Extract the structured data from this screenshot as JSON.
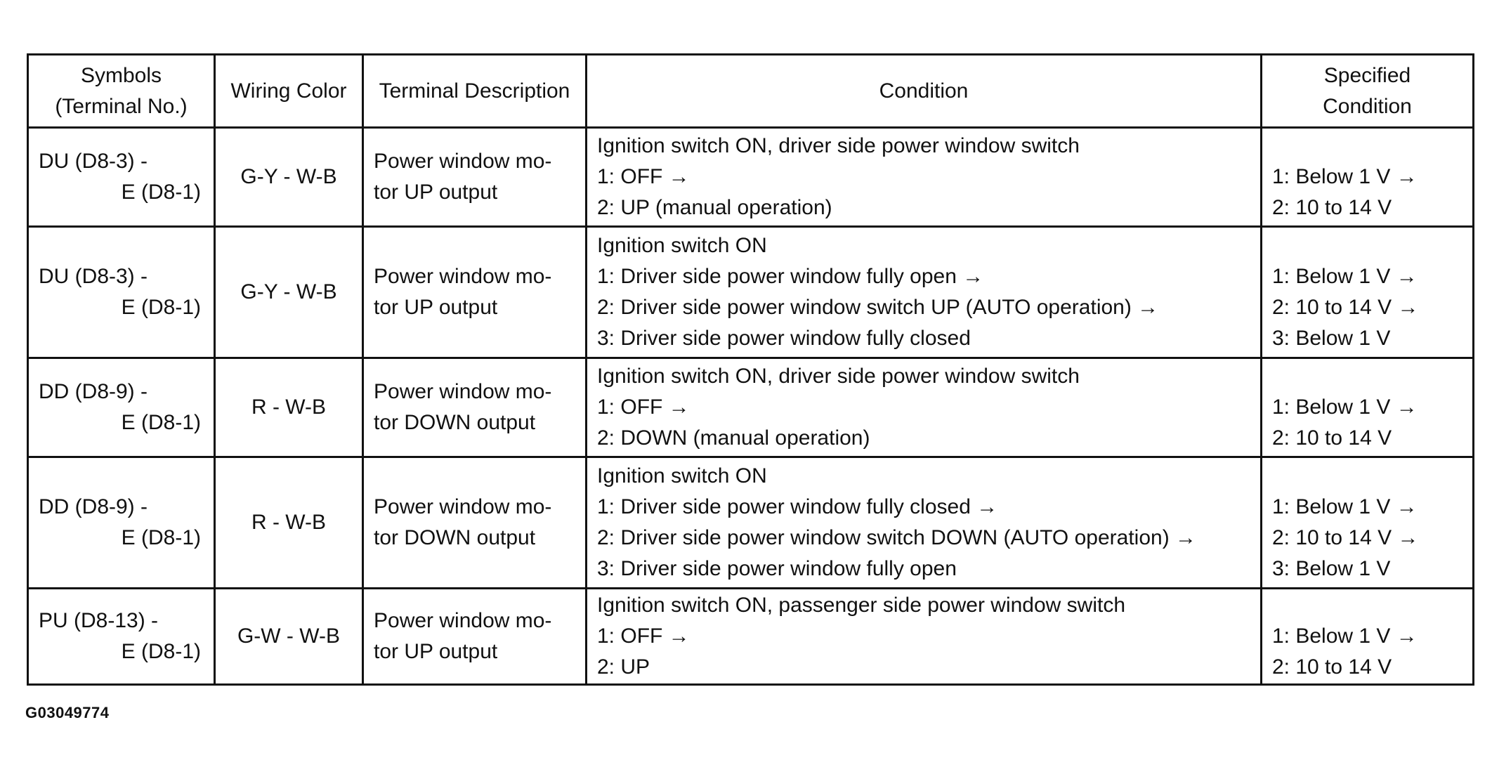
{
  "headers": {
    "symbols": [
      "Symbols",
      "(Terminal No.)"
    ],
    "wiring_color": "Wiring Color",
    "terminal_description": "Terminal Description",
    "condition": "Condition",
    "specified_condition": [
      "Specified",
      "Condition"
    ]
  },
  "rows": [
    {
      "symbol_top": "DU (D8-3) -",
      "symbol_bottom": "E (D8-1)",
      "wiring": "G-Y - W-B",
      "description": [
        "Power window mo-",
        "tor UP output"
      ],
      "condition": [
        "Ignition switch ON, driver side power window switch",
        "1: OFF →",
        "2: UP (manual operation)"
      ],
      "specified": [
        "1: Below 1 V →",
        "2: 10 to 14 V"
      ]
    },
    {
      "symbol_top": "DU (D8-3) -",
      "symbol_bottom": "E (D8-1)",
      "wiring": "G-Y - W-B",
      "description": [
        "Power window mo-",
        "tor UP output"
      ],
      "condition": [
        "Ignition switch ON",
        "1: Driver side power window fully open →",
        "2: Driver side power window switch UP (AUTO operation) →",
        "3: Driver side power window fully closed"
      ],
      "specified": [
        "1: Below 1 V →",
        "2: 10 to 14 V →",
        "3: Below 1 V"
      ]
    },
    {
      "symbol_top": "DD (D8-9) -",
      "symbol_bottom": "E (D8-1)",
      "wiring": "R - W-B",
      "description": [
        "Power window mo-",
        "tor DOWN output"
      ],
      "condition": [
        "Ignition switch ON, driver side power window switch",
        "1: OFF →",
        "2: DOWN (manual operation)"
      ],
      "specified": [
        "1: Below 1 V →",
        "2: 10 to 14 V"
      ]
    },
    {
      "symbol_top": "DD (D8-9) -",
      "symbol_bottom": "E (D8-1)",
      "wiring": "R - W-B",
      "description": [
        "Power window mo-",
        "tor DOWN output"
      ],
      "condition": [
        "Ignition switch ON",
        "1: Driver side power window fully closed →",
        "2: Driver side power window switch DOWN (AUTO operation) →",
        "3: Driver side power window fully open"
      ],
      "specified": [
        "1: Below 1 V →",
        "2: 10 to 14 V →",
        "3: Below 1 V"
      ]
    },
    {
      "symbol_top": "PU (D8-13) -",
      "symbol_bottom": "E (D8-1)",
      "wiring": "G-W - W-B",
      "description": [
        "Power window mo-",
        "tor UP output"
      ],
      "condition": [
        "Ignition switch ON, passenger side power window switch",
        "1: OFF →",
        "2: UP"
      ],
      "specified": [
        "1: Below 1 V →",
        "2: 10 to 14 V"
      ]
    }
  ],
  "figure_id": "G03049774"
}
